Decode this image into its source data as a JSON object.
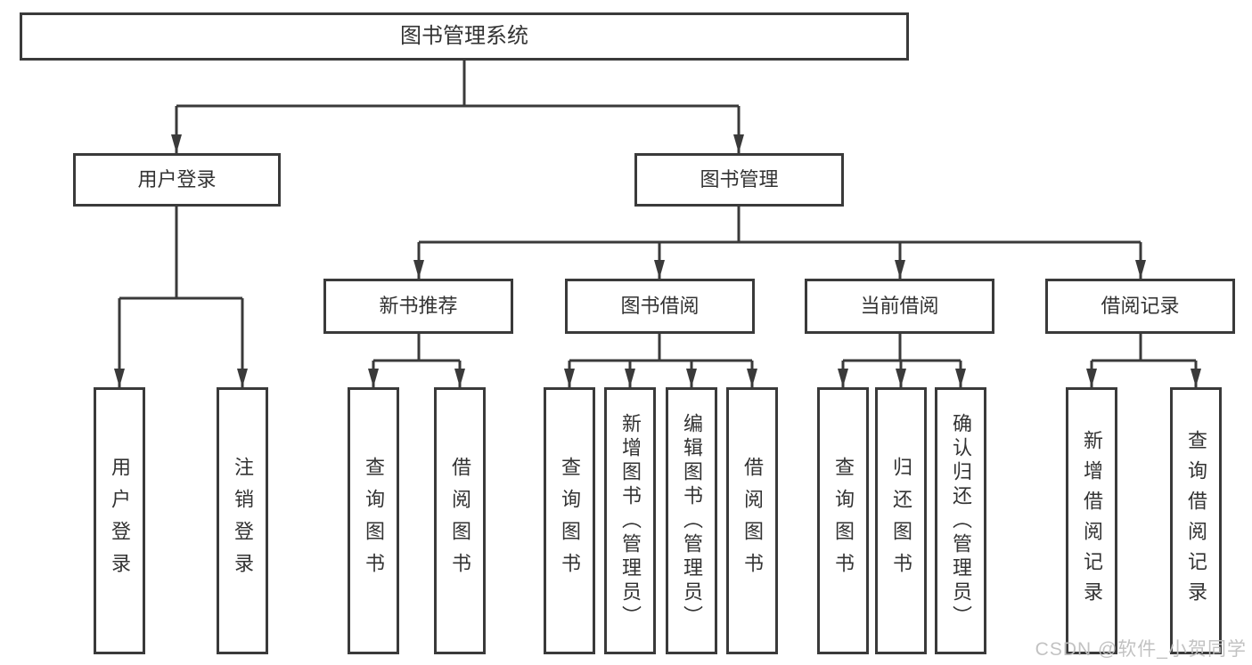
{
  "tree": {
    "root": "图书管理系统",
    "branches": [
      {
        "label": "用户登录",
        "children": [
          "用户登录",
          "注销登录"
        ]
      },
      {
        "label": "图书管理",
        "groups": [
          {
            "label": "新书推荐",
            "children": [
              "查询图书",
              "借阅图书"
            ]
          },
          {
            "label": "图书借阅",
            "children": [
              "查询图书",
              "新增图书（管理员）",
              "编辑图书（管理员）",
              "借阅图书"
            ]
          },
          {
            "label": "当前借阅",
            "children": [
              "查询图书",
              "归还图书",
              "确认归还（管理员）"
            ]
          },
          {
            "label": "借阅记录",
            "children": [
              "新增借阅记录",
              "查询借阅记录"
            ]
          }
        ]
      }
    ]
  },
  "watermark": {
    "text": "CSDN @软件_小贺同学"
  },
  "colors": {
    "line": "#3a3a3a",
    "box-border": "#3a3a3a",
    "text": "#333333",
    "watermark": "#bfbfbf",
    "background": "#ffffff"
  }
}
